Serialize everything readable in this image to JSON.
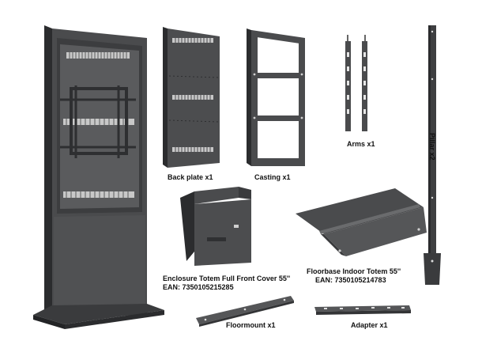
{
  "parts": {
    "back_plate": "Back plate x1",
    "casting": "Casting x1",
    "arms": "Arms x1",
    "pillar": "Pillar x2",
    "enclosure_cover": "Enclosure Totem Full Front Cover 55''",
    "enclosure_ean": "EAN: 7350105215285",
    "floorbase": "Floorbase Indoor Totem 55''",
    "floorbase_ean": "EAN: 7350105214783",
    "floormount": "Floormount x1",
    "adapter": "Adapter x1"
  },
  "colors": {
    "metal_dark": "#3a3b3d",
    "metal_mid": "#555658",
    "metal_light": "#6a6b6d",
    "vent": "#c8c8c8",
    "background": "#ffffff"
  }
}
